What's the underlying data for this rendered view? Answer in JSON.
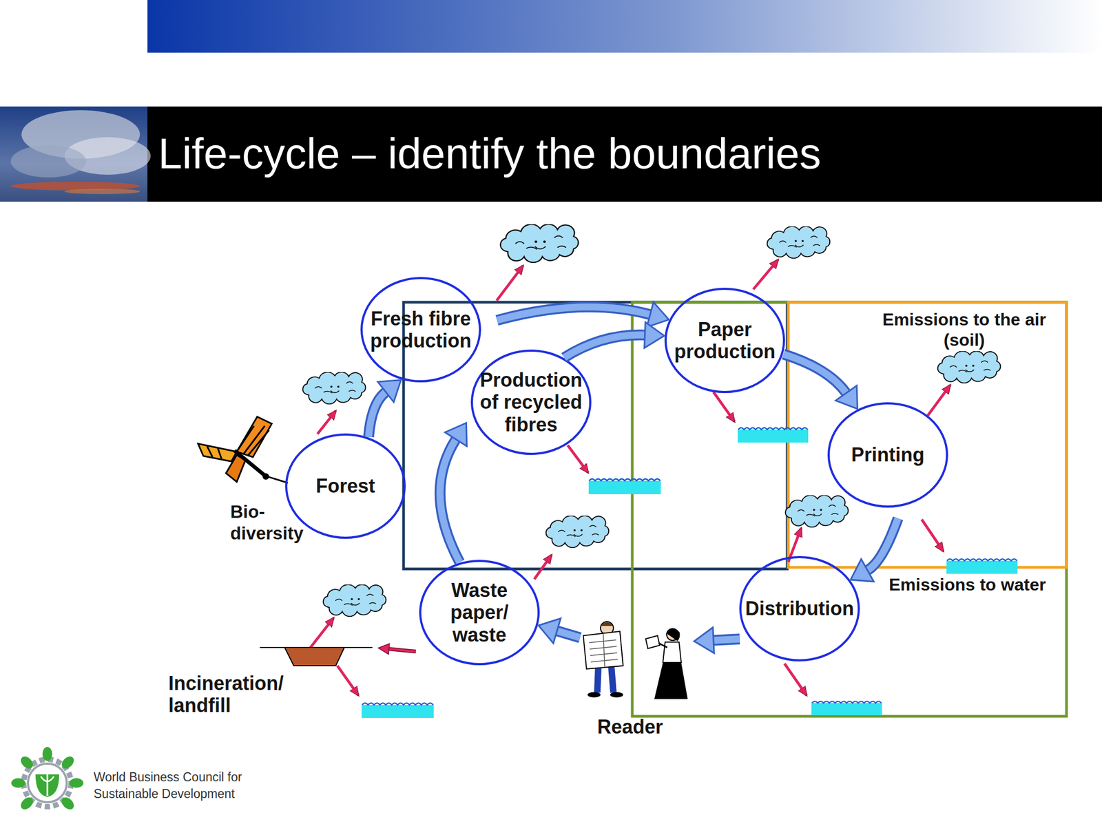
{
  "diagram": {
    "title": "Life-cycle – identify the boundaries",
    "nodes": [
      {
        "text": [
          "Fresh fibre production"
        ]
      },
      {
        "text": [
          "Paper production"
        ]
      },
      {
        "text": [
          "Production of recycled fibres"
        ]
      },
      {
        "text": [
          "Printing"
        ]
      },
      {
        "text": [
          "Forest"
        ]
      },
      {
        "text": [
          "Distribution"
        ]
      },
      {
        "text": [
          "Waste paper/ waste"
        ]
      },
      {
        "text": [
          "Reader"
        ]
      },
      {
        "text": [
          "Incineration/ landfill"
        ]
      }
    ],
    "edges": [
      {
        "from": 4,
        "to": 0,
        "arrow": "to"
      },
      {
        "from": 0,
        "to": 1,
        "arrow": "to"
      },
      {
        "from": 2,
        "to": 1,
        "arrow": "to"
      },
      {
        "from": 6,
        "to": 2,
        "arrow": "to"
      },
      {
        "from": 1,
        "to": 3,
        "arrow": "to"
      },
      {
        "from": 3,
        "to": 5,
        "arrow": "to"
      },
      {
        "from": 5,
        "to": 7,
        "arrow": "to"
      },
      {
        "from": 7,
        "to": 6,
        "arrow": "to"
      },
      {
        "from": 6,
        "to": 8,
        "arrow": "to"
      }
    ],
    "labels": [
      "Emissions to the air (soil)",
      "Emissions to water",
      "Bio- diversity",
      "World Business Council for Sustainable Development"
    ]
  }
}
